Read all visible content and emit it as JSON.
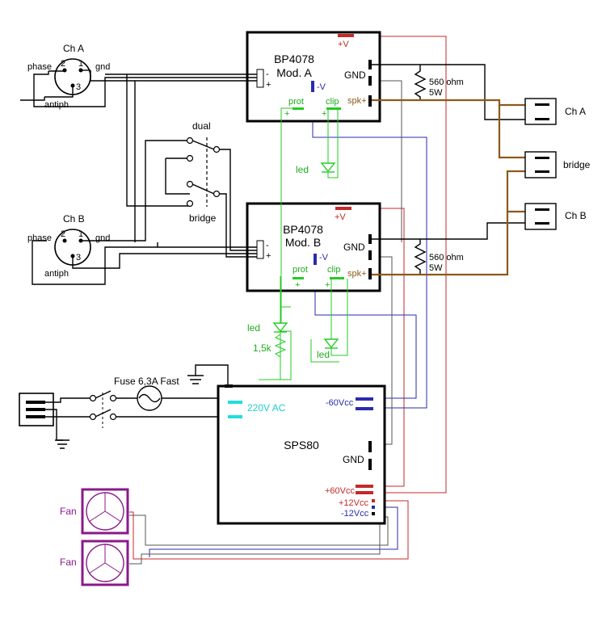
{
  "module_a": {
    "title": "BP4078",
    "subtitle": "Mod. A",
    "vplus": "+V",
    "vminus": "-V",
    "gnd": "GND",
    "prot": "prot",
    "clip": "clip",
    "spk": "spk+",
    "plus": "+",
    "minus": "-"
  },
  "module_b": {
    "title": "BP4078",
    "subtitle": "Mod. B",
    "vplus": "+V",
    "vminus": "-V",
    "gnd": "GND",
    "prot": "prot",
    "clip": "clip",
    "spk": "spk+",
    "plus": "+",
    "minus": "-"
  },
  "resistor_a": {
    "value": "560 ohm",
    "power": "5W"
  },
  "resistor_b": {
    "value": "560 ohm",
    "power": "5W"
  },
  "xlr_a": {
    "title": "Ch A",
    "phase": "phase",
    "gnd": "gnd",
    "antiph": "antiph",
    "pin1": "1",
    "pin2": "2",
    "pin3": "3"
  },
  "xlr_b": {
    "title": "Ch B",
    "phase": "phase",
    "gnd": "gnd",
    "antiph": "antiph",
    "pin1": "1",
    "pin2": "2",
    "pin3": "3"
  },
  "switch": {
    "dual": "dual",
    "bridge": "bridge"
  },
  "outputs": {
    "ch_a": "Ch A",
    "bridge": "bridge",
    "ch_b": "Ch B"
  },
  "leds": {
    "led_a": "led",
    "led_b_prot": "led",
    "led_b_clip": "led",
    "resistor": "1,5k"
  },
  "power": {
    "fuse": "Fuse 6,3A Fast",
    "psu_title": "SPS80",
    "ac": "220V AC",
    "neg60": "-60Vcc",
    "gnd": "GND",
    "pos60": "+60Vcc",
    "pos12": "+12Vcc",
    "neg12": "-12Vcc"
  },
  "fans": {
    "fan1": "Fan",
    "fan2": "Fan"
  },
  "colors": {
    "red": "#c62828",
    "blue": "#2a2ab0",
    "green": "#22cc22",
    "brown": "#8b5a1b",
    "cyan": "#22dddd",
    "purple": "#8a1a8a"
  }
}
